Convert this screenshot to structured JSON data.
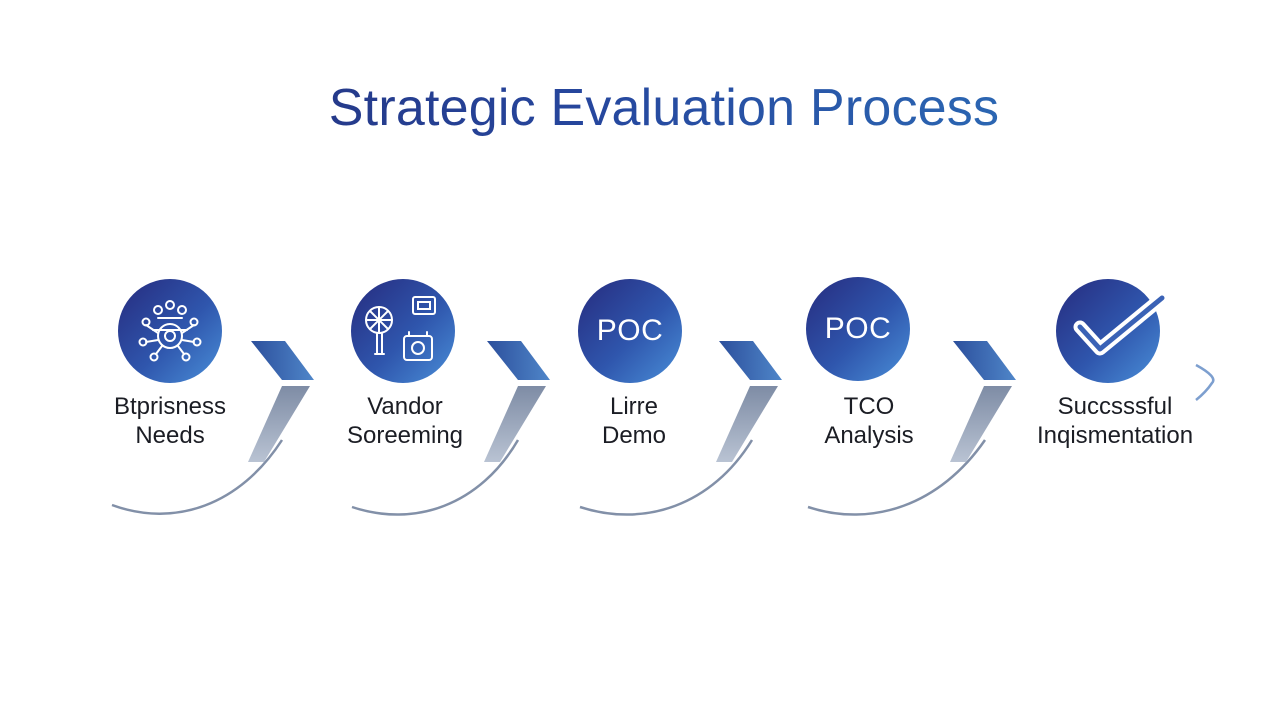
{
  "title": "Strategic Evaluation Process",
  "colors": {
    "title_start": "#232a72",
    "title_end": "#2f7fc2",
    "circle_dark": "#2b2f86",
    "circle_light": "#3b7fcf",
    "timeline": "#6c93c9",
    "swoosh": "#8a99b2"
  },
  "steps": [
    {
      "icon": "network-gear-icon",
      "text": "",
      "label_line1": "Btprisness",
      "label_line2": "Needs"
    },
    {
      "icon": "vendor-screening-icon",
      "text": "",
      "label_line1": "Vandor",
      "label_line2": "Soreeming"
    },
    {
      "icon": "",
      "text": "POC",
      "label_line1": "Lirre",
      "label_line2": "Demo"
    },
    {
      "icon": "",
      "text": "POC",
      "label_line1": "TCO",
      "label_line2": "Analysis"
    },
    {
      "icon": "checkmark-icon",
      "text": "",
      "label_line1": "Succsssful",
      "label_line2": "Inqismentation"
    }
  ]
}
